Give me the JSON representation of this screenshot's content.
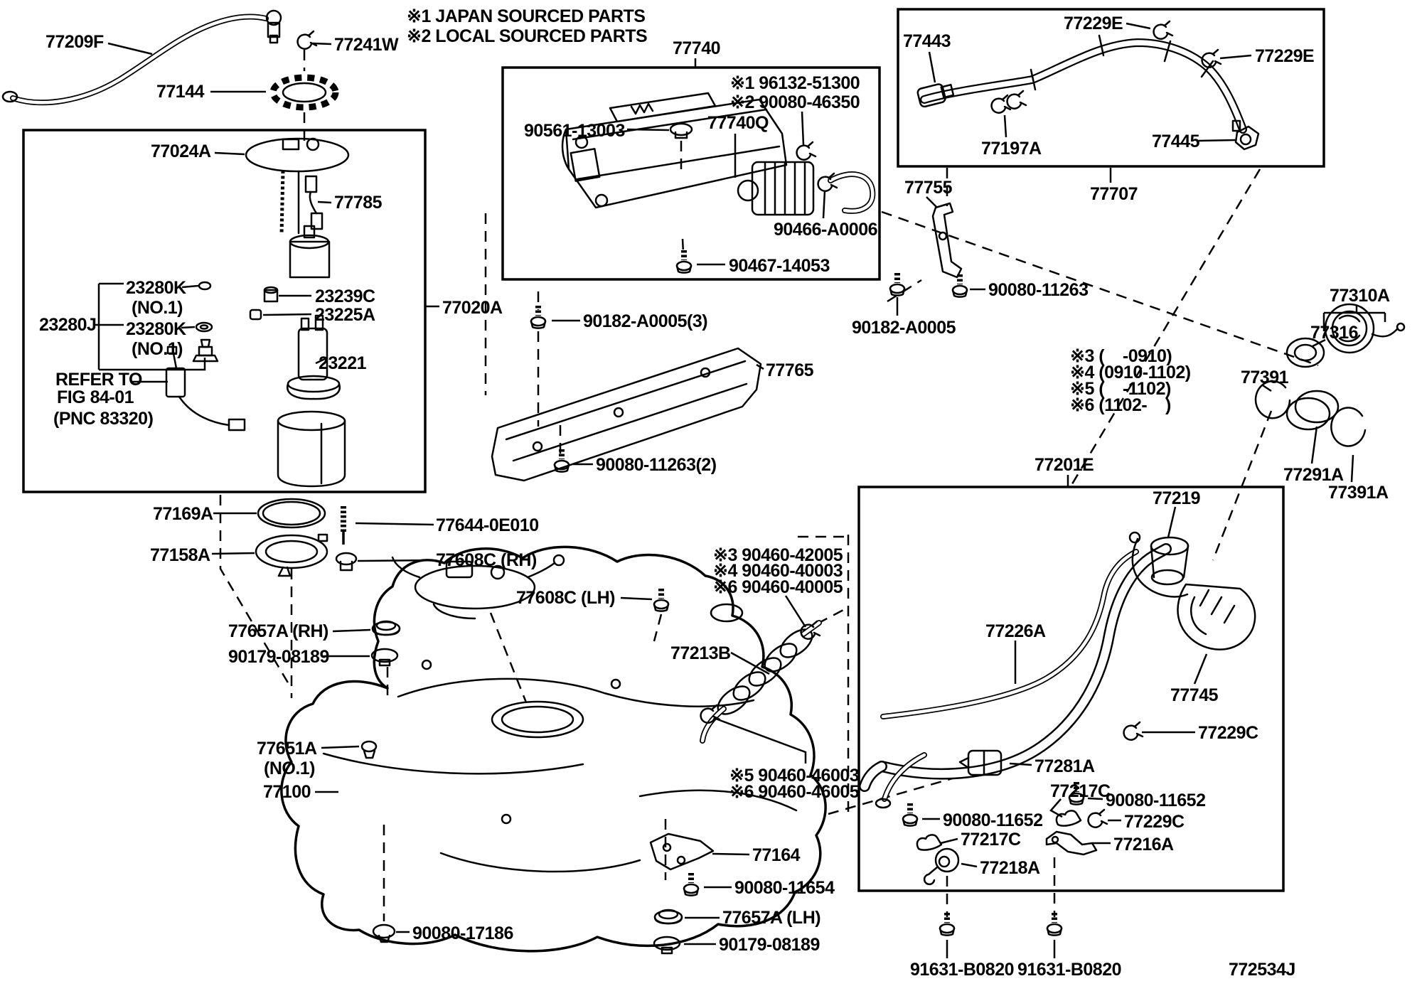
{
  "labels": {
    "note_japan": "※1 JAPAN SOURCED PARTS",
    "note_local": "※2 LOCAL SOURCED PARTS",
    "p77209F": "77209F",
    "p77241W": "77241W",
    "p77144": "77144",
    "p77024A": "77024A",
    "p77785": "77785",
    "p23280K_1": "23280K",
    "p23280K_1_sub": "(NO.1)",
    "p23280J": "23280J",
    "p23280K_2": "23280K",
    "p23280K_2_sub": "(NO.1)",
    "p23239C": "23239C",
    "p23225A": "23225A",
    "p23221": "23221",
    "refer_line1": "REFER TO",
    "refer_line2": "FIG 84-01",
    "refer_line3": "(PNC 83320)",
    "p77020A": "77020A",
    "p77740": "77740",
    "p90561_13003": "90561-13003",
    "note_x1_96132": "※1 96132-51300",
    "note_x2_90080": "※2 90080-46350",
    "p77740Q": "77740Q",
    "p90466_A0006": "90466-A0006",
    "p90467_14053": "90467-14053",
    "p90182_A0005_3": "90182-A0005(3)",
    "p77765": "77765",
    "p90080_11263_2": "90080-11263(2)",
    "p77443": "77443",
    "p77229E_a": "77229E",
    "p77229E_b": "77229E",
    "p77197A": "77197A",
    "p77445": "77445",
    "p77707": "77707",
    "p77755": "77755",
    "p90080_11263": "90080-11263",
    "p90182_A0005": "90182-A0005",
    "p77310A": "77310A",
    "p77316": "77316",
    "p77391": "77391",
    "p77291A": "77291A",
    "p77391A": "77391A",
    "note_v3": "※3 (    -0910)",
    "note_v4": "※4 (0910-1102)",
    "note_v5": "※5 (    -1102)",
    "note_v6": "※6 (1102-    )",
    "p77201E": "77201E",
    "p77219": "77219",
    "p77226A": "77226A",
    "p77745": "77745",
    "p77229C_a": "77229C",
    "p77281A": "77281A",
    "p77217C_a": "77217C",
    "p90080_11652_a": "90080-11652",
    "p77229C_b": "77229C",
    "p77216A": "77216A",
    "p90080_11652_b": "90080-11652",
    "p77217C_b": "77217C",
    "p77218A": "77218A",
    "p91631_B0820_a": "91631-B0820",
    "p91631_B0820_b": "91631-B0820",
    "p77169A": "77169A",
    "p77158A": "77158A",
    "p77644_0E010": "77644-0E010",
    "p77608C_RH": "77608C (RH)",
    "p77608C_LH": "77608C (LH)",
    "p77657A_RH": "77657A (RH)",
    "p90179_08189_a": "90179-08189",
    "p77651A": "77651A",
    "p77651A_sub": "(NO.1)",
    "p77100": "77100",
    "p90080_17186": "90080-17186",
    "p77213B": "77213B",
    "note_x3_90460": "※3 90460-42005",
    "note_x4_90460": "※4 90460-40003",
    "note_x6_90460a": "※6 90460-40005",
    "note_x5_90460": "※5 90460-46003",
    "note_x6_90460b": "※6 90460-46005",
    "p77164": "77164",
    "p90080_11654": "90080-11654",
    "p77657A_LH": "77657A (LH)",
    "p90179_08189_b": "90179-08189",
    "diagram_code": "772534J"
  }
}
